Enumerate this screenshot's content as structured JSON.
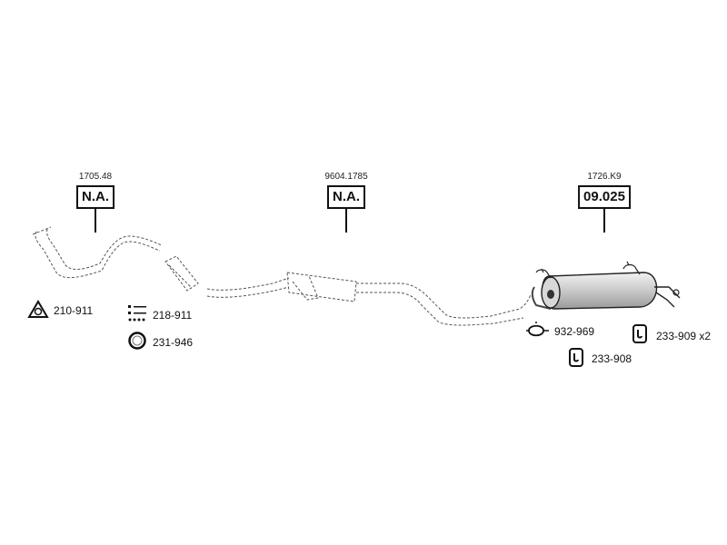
{
  "parts": [
    {
      "oem": "1705.48",
      "number": "N.A."
    },
    {
      "oem": "9604.1785",
      "number": "N.A."
    },
    {
      "oem": "1726.K9",
      "number": "09.025"
    }
  ],
  "accessories": {
    "gasket": "210-911",
    "clamp_set": "218-911",
    "ring": "231-946",
    "bracket_clamp": "932-969",
    "rubber_mount_a": "233-909 x2",
    "rubber_mount_b": "233-908"
  },
  "icons": {
    "gasket": "triangle-gasket-icon",
    "clamp_set": "clamp-set-icon",
    "ring": "sealing-ring-icon",
    "bracket_clamp": "bracket-clamp-icon",
    "rubber_mount_a": "rubber-mount-icon",
    "rubber_mount_b": "rubber-mount-icon"
  }
}
